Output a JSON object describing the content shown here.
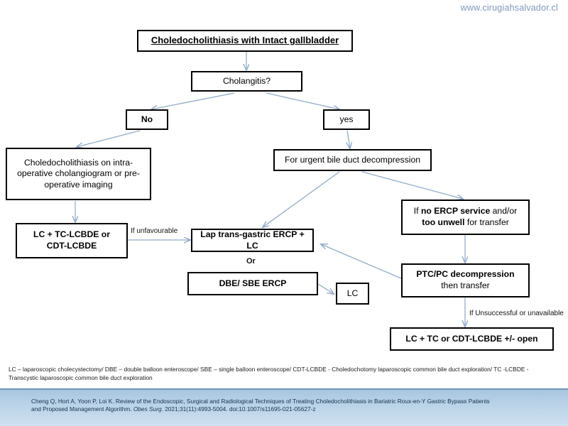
{
  "header": {
    "site_url": "www.cirugiahsalvador.cl"
  },
  "flowchart": {
    "title": "Choledocholithiasis with Intact gallbladder",
    "nodes": {
      "cholangitis": "Cholangitis?",
      "no": "No",
      "yes": "yes",
      "chole_imaging_l1": "Choledocholithiasis on intra-",
      "chole_imaging_l2": "operative cholangiogram or pre-",
      "chole_imaging_l3": "operative imaging",
      "urgent_decompression": "For urgent bile duct decompression",
      "lc_tc_lcbde_l1": "LC + TC-LCBDE or",
      "lc_tc_lcbde_l2": "CDT-LCBDE",
      "no_ercp_pre": "If ",
      "no_ercp_bold1": "no ERCP service",
      "no_ercp_mid": " and/or",
      "no_ercp_bold2": "too unwell",
      "no_ercp_post": " for transfer",
      "lap_transgastric": "Lap trans-gastric ERCP + LC",
      "or_label": "Or",
      "dbe_sbe": "DBE/ SBE ERCP",
      "lc": "LC",
      "ptc_pc_l1": "PTC/PC decompression",
      "ptc_pc_l2": "then transfer",
      "final": "LC + TC or CDT-LCBDE +/- open"
    },
    "edge_labels": {
      "if_unfavourable": "If unfavourable",
      "if_unsuccessful": "If Unsuccessful or unavailable"
    },
    "colors": {
      "box_border": "#000000",
      "box_fill": "#ffffff",
      "arrow": "#8fa9c6",
      "url_text": "#7d98bb",
      "footer_band": "#b9d2e7"
    }
  },
  "legend": {
    "line1": "LC – laparoscopic cholecystectomy/ DBE – double balloon enteroscope/ SBE – single balloon enteroscope/ CDT-LCBDE -  Choledochotomy laparoscopic common bile duct exploration/ TC -LCBDE -",
    "line2": "Transcystic laparoscopic common bile duct exploration"
  },
  "citation": {
    "part1": "Cheng Q, Hort A, Yoon P, Loi K. Review of the Endoscopic, Surgical and Radiological Techniques of Treating Choledocholithiasis in Bariatric Roux-en-Y Gastric Bypass Patients",
    "part2": "and Proposed Management Algorithm. ",
    "journal": "Obes Surg",
    "part3": ". 2021;31(11):4993-5004. doi:10.1007/s11695-021-05627-z"
  }
}
